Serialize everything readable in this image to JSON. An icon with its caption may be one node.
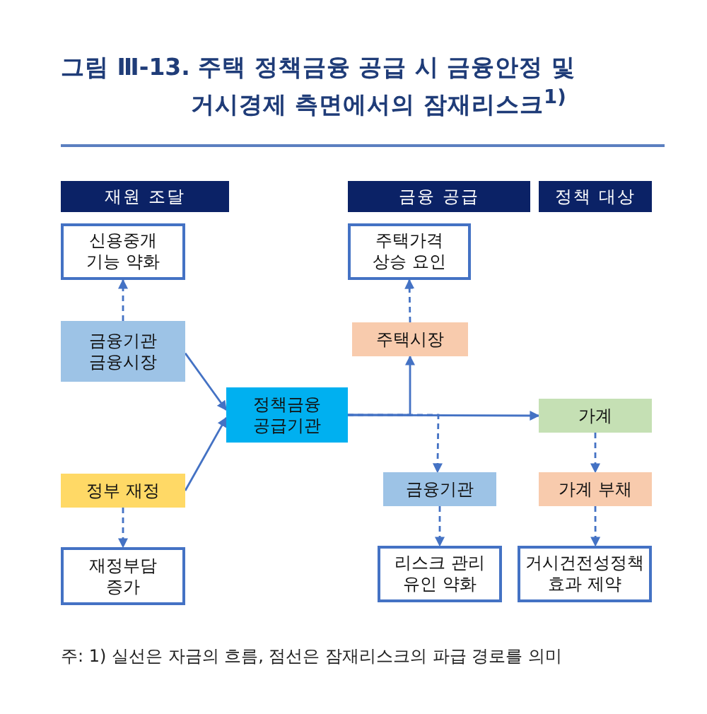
{
  "diagram": {
    "title": "그림 Ⅲ-13. 주택 정책금융 공급 시 금융안정 및 거시경제 측면에서의 잠재리스크$^{1)}$",
    "nodes": [
      {
        "text": [
          "재원 조달"
        ]
      },
      {
        "text": [
          "금융 공급"
        ]
      },
      {
        "text": [
          "정책 대상"
        ]
      },
      {
        "text": [
          "신용중개 기능 약화"
        ]
      },
      {
        "text": [
          "주택가격 상승 요인"
        ]
      },
      {
        "text": [
          "금융기관 금융시장"
        ]
      },
      {
        "text": [
          "주택시장"
        ]
      },
      {
        "text": [
          "정책금융 공급기관"
        ]
      },
      {
        "text": [
          "가계"
        ]
      },
      {
        "text": [
          "정부 재정"
        ]
      },
      {
        "text": [
          "금융기관"
        ]
      },
      {
        "text": [
          "가계 부채"
        ]
      },
      {
        "text": [
          "재정부담 증가"
        ]
      },
      {
        "text": [
          "리스크 관리 유인 약화"
        ]
      },
      {
        "text": [
          "거시건전성정책 효과 제약"
        ]
      }
    ],
    "edges": [
      {
        "from": 5,
        "to": 3,
        "arrow": "to",
        "style": "dashed"
      },
      {
        "from": 9,
        "to": 12,
        "arrow": "to",
        "style": "dashed"
      },
      {
        "from": 5,
        "to": 7,
        "arrow": "to"
      },
      {
        "from": 9,
        "to": 7,
        "arrow": "to"
      },
      {
        "from": 7,
        "to": 8,
        "arrow": "to"
      },
      {
        "from": 7,
        "to": 6,
        "arrow": "to"
      },
      {
        "from": 7,
        "to": 10,
        "arrow": "to",
        "style": "dashed"
      },
      {
        "from": 6,
        "to": 4,
        "arrow": "to",
        "style": "dashed"
      },
      {
        "from": 10,
        "to": 13,
        "arrow": "to",
        "style": "dashed"
      },
      {
        "from": 8,
        "to": 11,
        "arrow": "to",
        "style": "dashed"
      },
      {
        "from": 11,
        "to": 14,
        "arrow": "to",
        "style": "dashed"
      }
    ],
    "labels": [
      "주: 1) 실선은 자금의 흐름, 점선은 잠재리스크의 파급 경로를 의미"
    ]
  }
}
